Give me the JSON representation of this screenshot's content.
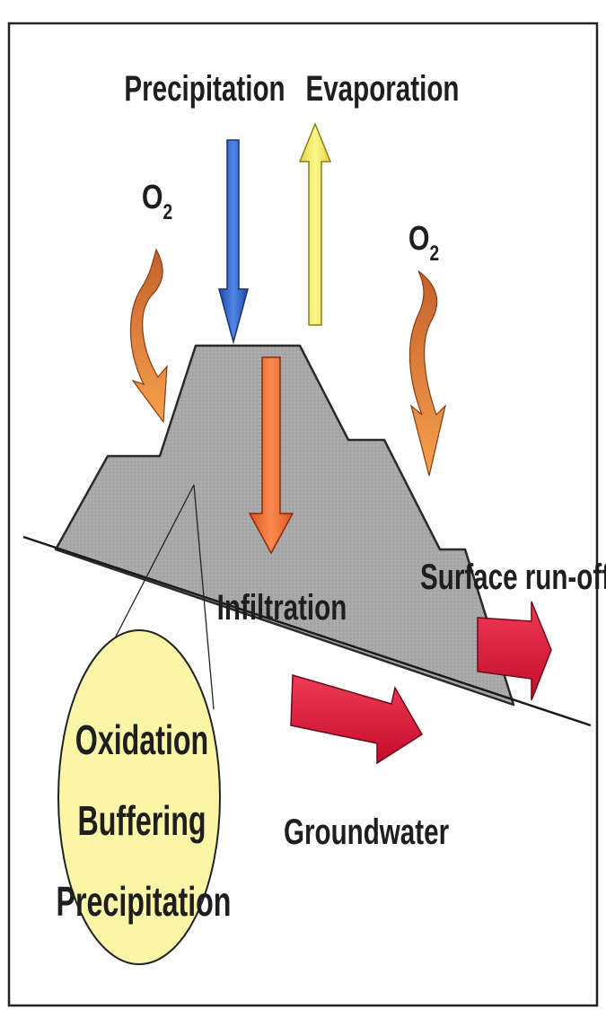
{
  "labels": {
    "precipitation": "Precipitation",
    "evaporation": "Evaporation",
    "oxygen_left": "O",
    "oxygen_left_sub": "2",
    "oxygen_right": "O",
    "oxygen_right_sub": "2",
    "infiltration": "Infiltration",
    "surface_runoff": "Surface run-off",
    "groundwater": "Groundwater"
  },
  "callout": {
    "line1": "Oxidation",
    "line2": "Buffering",
    "line3": "Precipitation"
  },
  "colors": {
    "waste_pile": "#a7a7a7",
    "precipitation_arrow": "#2f5fc4",
    "evaporation_arrow": "#f4ec5e",
    "oxygen_arrow": "#ec7f3a",
    "infiltration_arrow": "#f05a30",
    "flow_arrow": "#e01c3c",
    "callout_fill": "#fbf5a8"
  }
}
